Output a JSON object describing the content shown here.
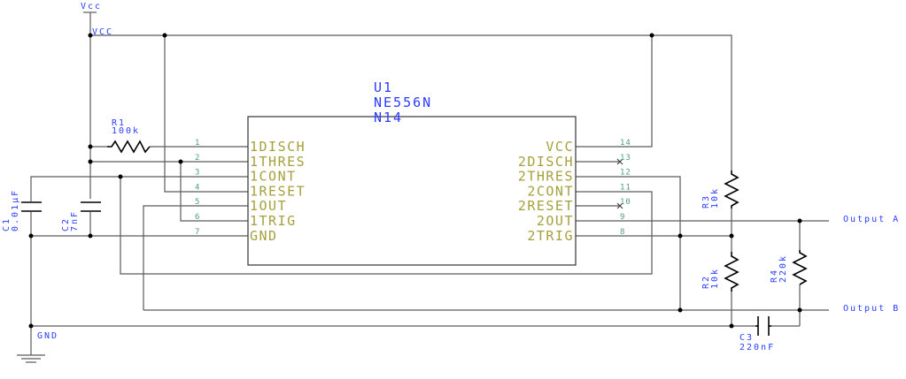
{
  "power": {
    "vcc_symbol": "Vcc",
    "vcc_net": "VCC",
    "gnd_net": "GND"
  },
  "ic": {
    "ref": "U1",
    "part": "NE556N",
    "package": "N14",
    "left_pins": [
      {
        "num": "1",
        "name": "1DISCH"
      },
      {
        "num": "2",
        "name": "1THRES"
      },
      {
        "num": "3",
        "name": "1CONT"
      },
      {
        "num": "4",
        "name": "1RESET"
      },
      {
        "num": "5",
        "name": "1OUT"
      },
      {
        "num": "6",
        "name": "1TRIG"
      },
      {
        "num": "7",
        "name": "GND"
      }
    ],
    "right_pins": [
      {
        "num": "14",
        "name": "VCC"
      },
      {
        "num": "13",
        "name": "2DISCH"
      },
      {
        "num": "12",
        "name": "2THRES"
      },
      {
        "num": "11",
        "name": "2CONT"
      },
      {
        "num": "10",
        "name": "2RESET"
      },
      {
        "num": "9",
        "name": "2OUT"
      },
      {
        "num": "8",
        "name": "2TRIG"
      }
    ]
  },
  "components": {
    "r1": {
      "ref": "R1",
      "value": "100k"
    },
    "r2": {
      "ref": "R2",
      "value": "10k"
    },
    "r3": {
      "ref": "R3",
      "value": "10k"
    },
    "r4": {
      "ref": "R4",
      "value": "220k"
    },
    "c1": {
      "ref": "C1",
      "value": "0.01µF"
    },
    "c2": {
      "ref": "C2",
      "value": "7nF"
    },
    "c3": {
      "ref": "C3",
      "value": "220nF"
    }
  },
  "outputs": {
    "a": "Output A",
    "b": "Output B"
  },
  "colors": {
    "wire": "#5a5a5a",
    "label": "#2a3cff",
    "pin_name": "#a6a03c",
    "pin_number": "#4f9a90"
  }
}
